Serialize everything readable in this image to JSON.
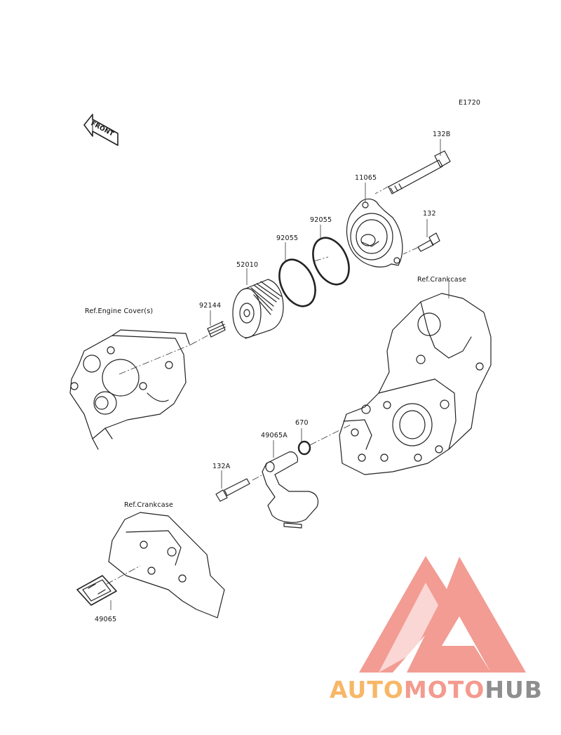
{
  "diagram_code": "E1720",
  "front_arrow_text": "FRONT",
  "parts": [
    {
      "id": "132b",
      "number": "132B"
    },
    {
      "id": "11065",
      "number": "11065"
    },
    {
      "id": "92055-b",
      "number": "92055"
    },
    {
      "id": "132",
      "number": "132"
    },
    {
      "id": "92055-a",
      "number": "92055"
    },
    {
      "id": "52010",
      "number": "52010"
    },
    {
      "id": "92144",
      "number": "92144"
    },
    {
      "id": "670",
      "number": "670"
    },
    {
      "id": "49065a",
      "number": "49065A"
    },
    {
      "id": "132a",
      "number": "132A"
    },
    {
      "id": "49065",
      "number": "49065"
    }
  ],
  "references": {
    "engine_cover": "Ref.Engine Cover(s)",
    "crankcase_upper": "Ref.Crankcase",
    "crankcase_lower": "Ref.Crankcase"
  },
  "watermark": {
    "part1": "AUTO",
    "part2": "MOTO",
    "part3": "HUB",
    "colors": {
      "logo": "#f08b80",
      "auto": "#f7b767",
      "moto": "#f49a8e",
      "hub": "#8e8e8e"
    }
  }
}
